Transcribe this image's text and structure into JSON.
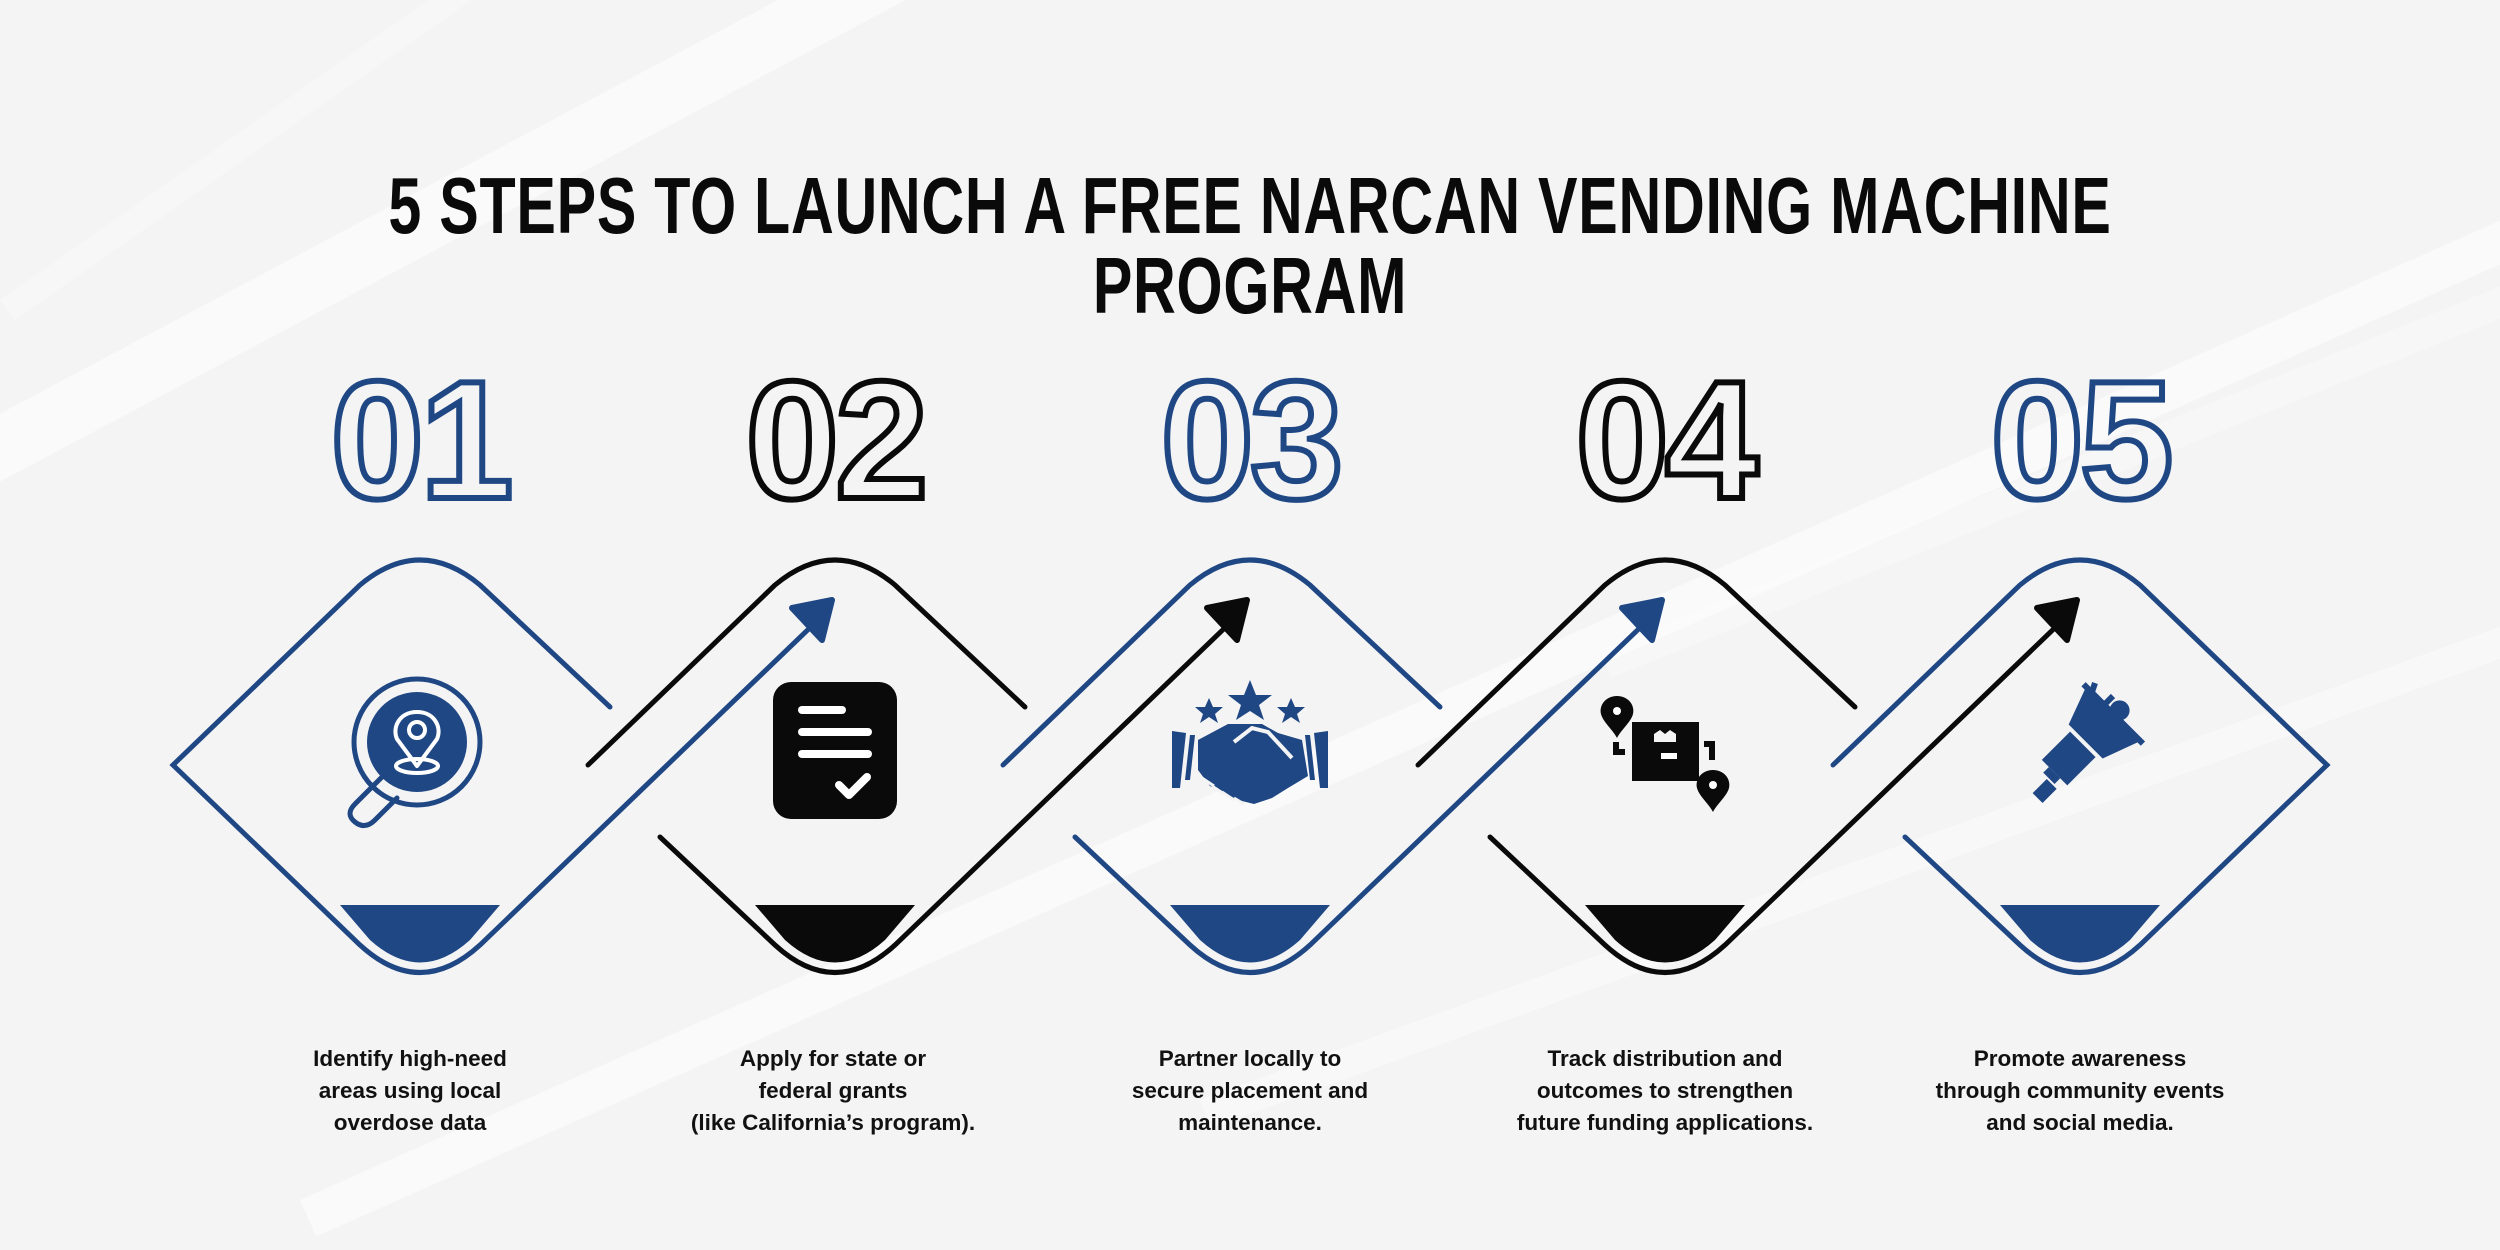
{
  "title": "5 STEPS TO LAUNCH A FREE NARCAN VENDING MACHINE PROGRAM",
  "colors": {
    "blue": "#1f4784",
    "black": "#0a0a0a",
    "background": "#f4f4f5"
  },
  "steps": [
    {
      "number": "01",
      "color": "blue",
      "icon": "magnifier-location-pin-icon",
      "lines": [
        "Identify high-need",
        "areas using local",
        "overdose data"
      ]
    },
    {
      "number": "02",
      "color": "black",
      "icon": "document-checklist-icon",
      "lines": [
        "Apply for state or",
        "federal grants",
        "(like California’s program)."
      ]
    },
    {
      "number": "03",
      "color": "blue",
      "icon": "handshake-stars-icon",
      "lines": [
        "Partner locally to",
        "secure placement and",
        "maintenance."
      ]
    },
    {
      "number": "04",
      "color": "black",
      "icon": "package-tracking-icon",
      "lines": [
        "Track distribution and",
        "outcomes to strengthen",
        "future funding applications."
      ]
    },
    {
      "number": "05",
      "color": "blue",
      "icon": "megaphone-icon",
      "lines": [
        "Promote awareness",
        "through community events",
        "and social media."
      ]
    }
  ]
}
